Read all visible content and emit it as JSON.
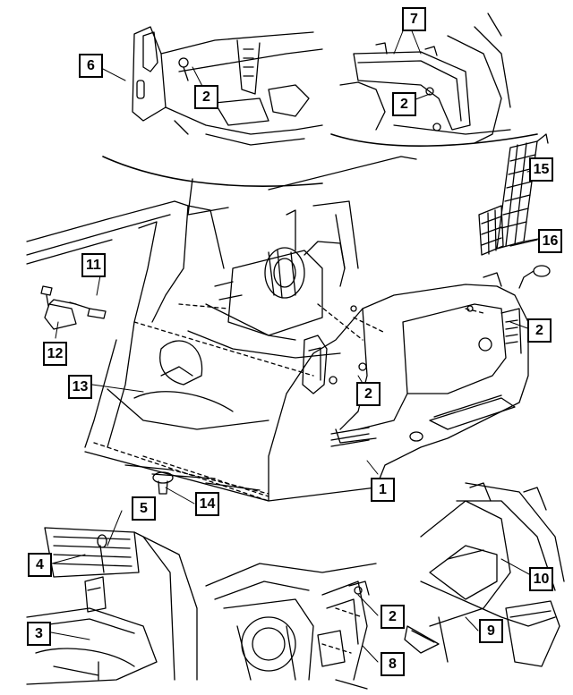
{
  "callouts": {
    "c1": "1",
    "c2a": "2",
    "c2b": "2",
    "c2c": "2",
    "c2d": "2",
    "c2e": "2",
    "c3": "3",
    "c4": "4",
    "c5": "5",
    "c6": "6",
    "c7": "7",
    "c8": "8",
    "c9": "9",
    "c10": "10",
    "c11": "11",
    "c12": "12",
    "c13": "13",
    "c14": "14",
    "c15": "15",
    "c16": "16"
  }
}
